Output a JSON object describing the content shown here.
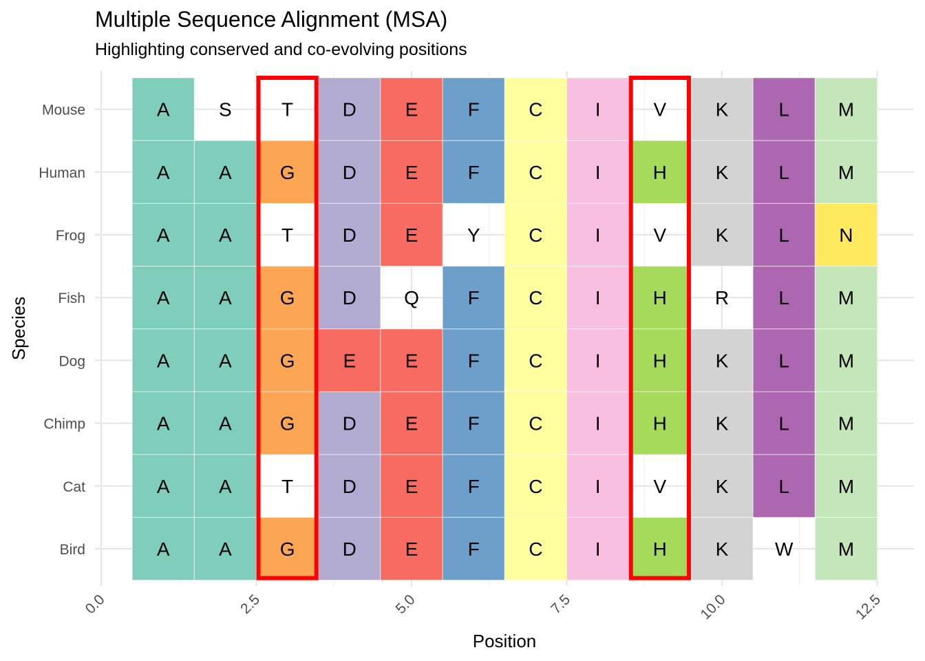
{
  "chart_data": {
    "type": "heatmap",
    "title": "Multiple Sequence Alignment (MSA)",
    "subtitle": "Highlighting conserved and co-evolving positions",
    "xlabel": "Position",
    "ylabel": "Species",
    "xlim": [
      0,
      12.5
    ],
    "x_ticks": [
      "0.0",
      "2.5",
      "5.0",
      "7.5",
      "10.0",
      "12.5"
    ],
    "x_tick_values": [
      0,
      2.5,
      5,
      7.5,
      10,
      12.5
    ],
    "positions": [
      1,
      2,
      3,
      4,
      5,
      6,
      7,
      8,
      9,
      10,
      11,
      12
    ],
    "species": [
      "Mouse",
      "Human",
      "Frog",
      "Fish",
      "Dog",
      "Chimp",
      "Cat",
      "Bird"
    ],
    "sequences": {
      "Mouse": [
        "A",
        "S",
        "T",
        "D",
        "E",
        "F",
        "C",
        "I",
        "V",
        "K",
        "L",
        "M"
      ],
      "Human": [
        "A",
        "A",
        "G",
        "D",
        "E",
        "F",
        "C",
        "I",
        "H",
        "K",
        "L",
        "M"
      ],
      "Frog": [
        "A",
        "A",
        "T",
        "D",
        "E",
        "Y",
        "C",
        "I",
        "V",
        "K",
        "L",
        "N"
      ],
      "Fish": [
        "A",
        "A",
        "G",
        "D",
        "Q",
        "F",
        "C",
        "I",
        "H",
        "R",
        "L",
        "M"
      ],
      "Dog": [
        "A",
        "A",
        "G",
        "E",
        "E",
        "F",
        "C",
        "I",
        "H",
        "K",
        "L",
        "M"
      ],
      "Chimp": [
        "A",
        "A",
        "G",
        "D",
        "E",
        "F",
        "C",
        "I",
        "H",
        "K",
        "L",
        "M"
      ],
      "Cat": [
        "A",
        "A",
        "T",
        "D",
        "E",
        "F",
        "C",
        "I",
        "V",
        "K",
        "L",
        "M"
      ],
      "Bird": [
        "A",
        "A",
        "G",
        "D",
        "E",
        "F",
        "C",
        "I",
        "H",
        "K",
        "W",
        "M"
      ]
    },
    "residue_colors": {
      "A": "#7fcdbb",
      "G": "#fca552",
      "D": "#b1abd2",
      "E": "#f76b61",
      "F": "#6c9fca",
      "C": "#fefe9f",
      "I": "#f8bfe0",
      "H": "#a5da5a",
      "K": "#d3d3d3",
      "L": "#ac67b0",
      "M": "#c3e7b9",
      "N": "#ffea5f",
      "S": "#ffffff",
      "T": "#ffffff",
      "V": "#ffffff",
      "Y": "#ffffff",
      "Q": "#ffffff",
      "R": "#ffffff",
      "W": "#ffffff"
    },
    "highlighted_positions": [
      3,
      9
    ],
    "highlight_color": "#ff0000",
    "grid": true
  }
}
